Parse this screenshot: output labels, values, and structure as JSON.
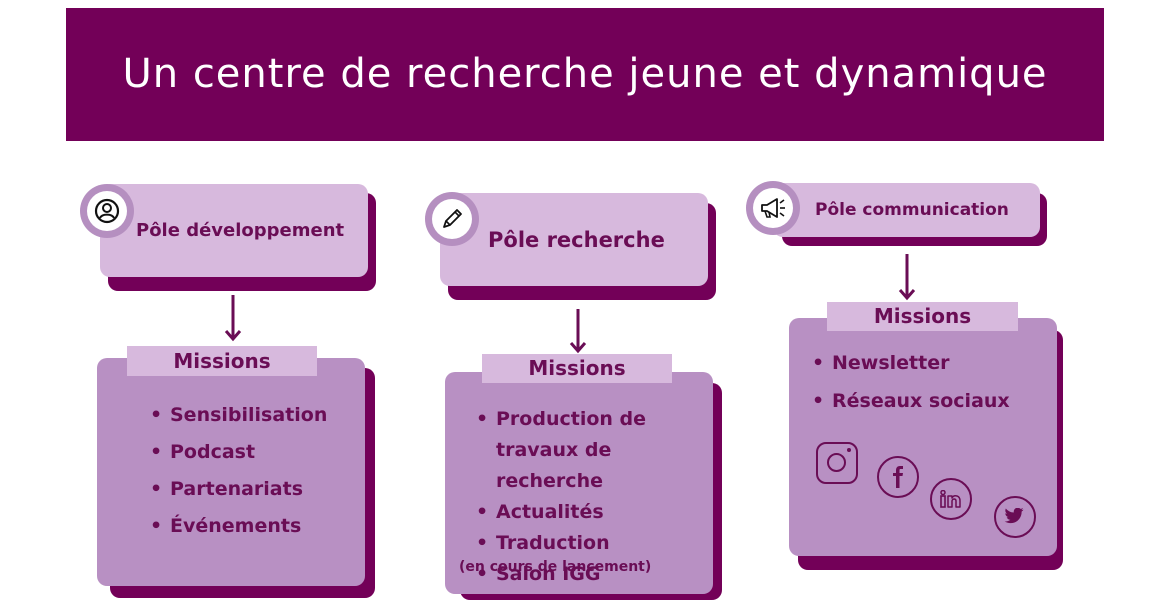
{
  "title": "Un centre de recherche jeune et dynamique",
  "poles": [
    {
      "name": "Pôle développement",
      "icon": "user-circle-icon",
      "missions_label": "Missions",
      "items": [
        "Sensibilisation",
        "Podcast",
        "Partenariats",
        "Événements"
      ]
    },
    {
      "name": "Pôle recherche",
      "icon": "pencil-icon",
      "missions_label": "Missions",
      "items": [
        "Production de travaux de recherche",
        "Actualités",
        "Traduction",
        "Salon IGG"
      ],
      "note": "(en cours de lancement)"
    },
    {
      "name": "Pôle communication",
      "icon": "megaphone-icon",
      "missions_label": "Missions",
      "items": [
        "Newsletter",
        "Réseaux sociaux"
      ],
      "social_icons": [
        "instagram-icon",
        "facebook-icon",
        "linkedin-icon",
        "twitter-icon"
      ]
    }
  ],
  "colors": {
    "banner": "#730058",
    "header_box": "#d7b9dd",
    "card": "#b890c3",
    "shadow": "#730058",
    "text": "#6a0d55"
  }
}
